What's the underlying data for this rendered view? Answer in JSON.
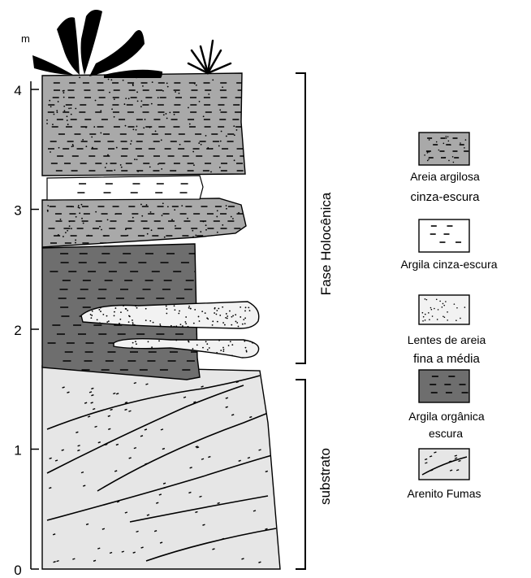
{
  "axis": {
    "unit": "m",
    "ticks": [
      "0",
      "1",
      "2",
      "3",
      "4"
    ]
  },
  "brackets": {
    "upper": "Fase Holocênica",
    "lower": "substrato"
  },
  "legend": [
    {
      "icon": "sandy-clay-icon",
      "lines": [
        "Areia argilosa",
        "cinza-escura"
      ]
    },
    {
      "icon": "clay-icon",
      "lines": [
        "Argila cinza-escura"
      ]
    },
    {
      "icon": "sand-lens-icon",
      "lines": [
        "Lentes de areia",
        "fina a média"
      ]
    },
    {
      "icon": "organic-clay-icon",
      "lines": [
        "Argila orgânica",
        "escura"
      ]
    },
    {
      "icon": "sandstone-icon",
      "lines": [
        "Arenito Fumas"
      ]
    }
  ],
  "colors": {
    "sandy_clay": "#a9a9a9",
    "clay": "#ffffff",
    "sand_lens": "#f2f2f2",
    "organic_clay": "#6e6e6e",
    "sandstone": "#e6e6e6",
    "ink": "#000000"
  }
}
